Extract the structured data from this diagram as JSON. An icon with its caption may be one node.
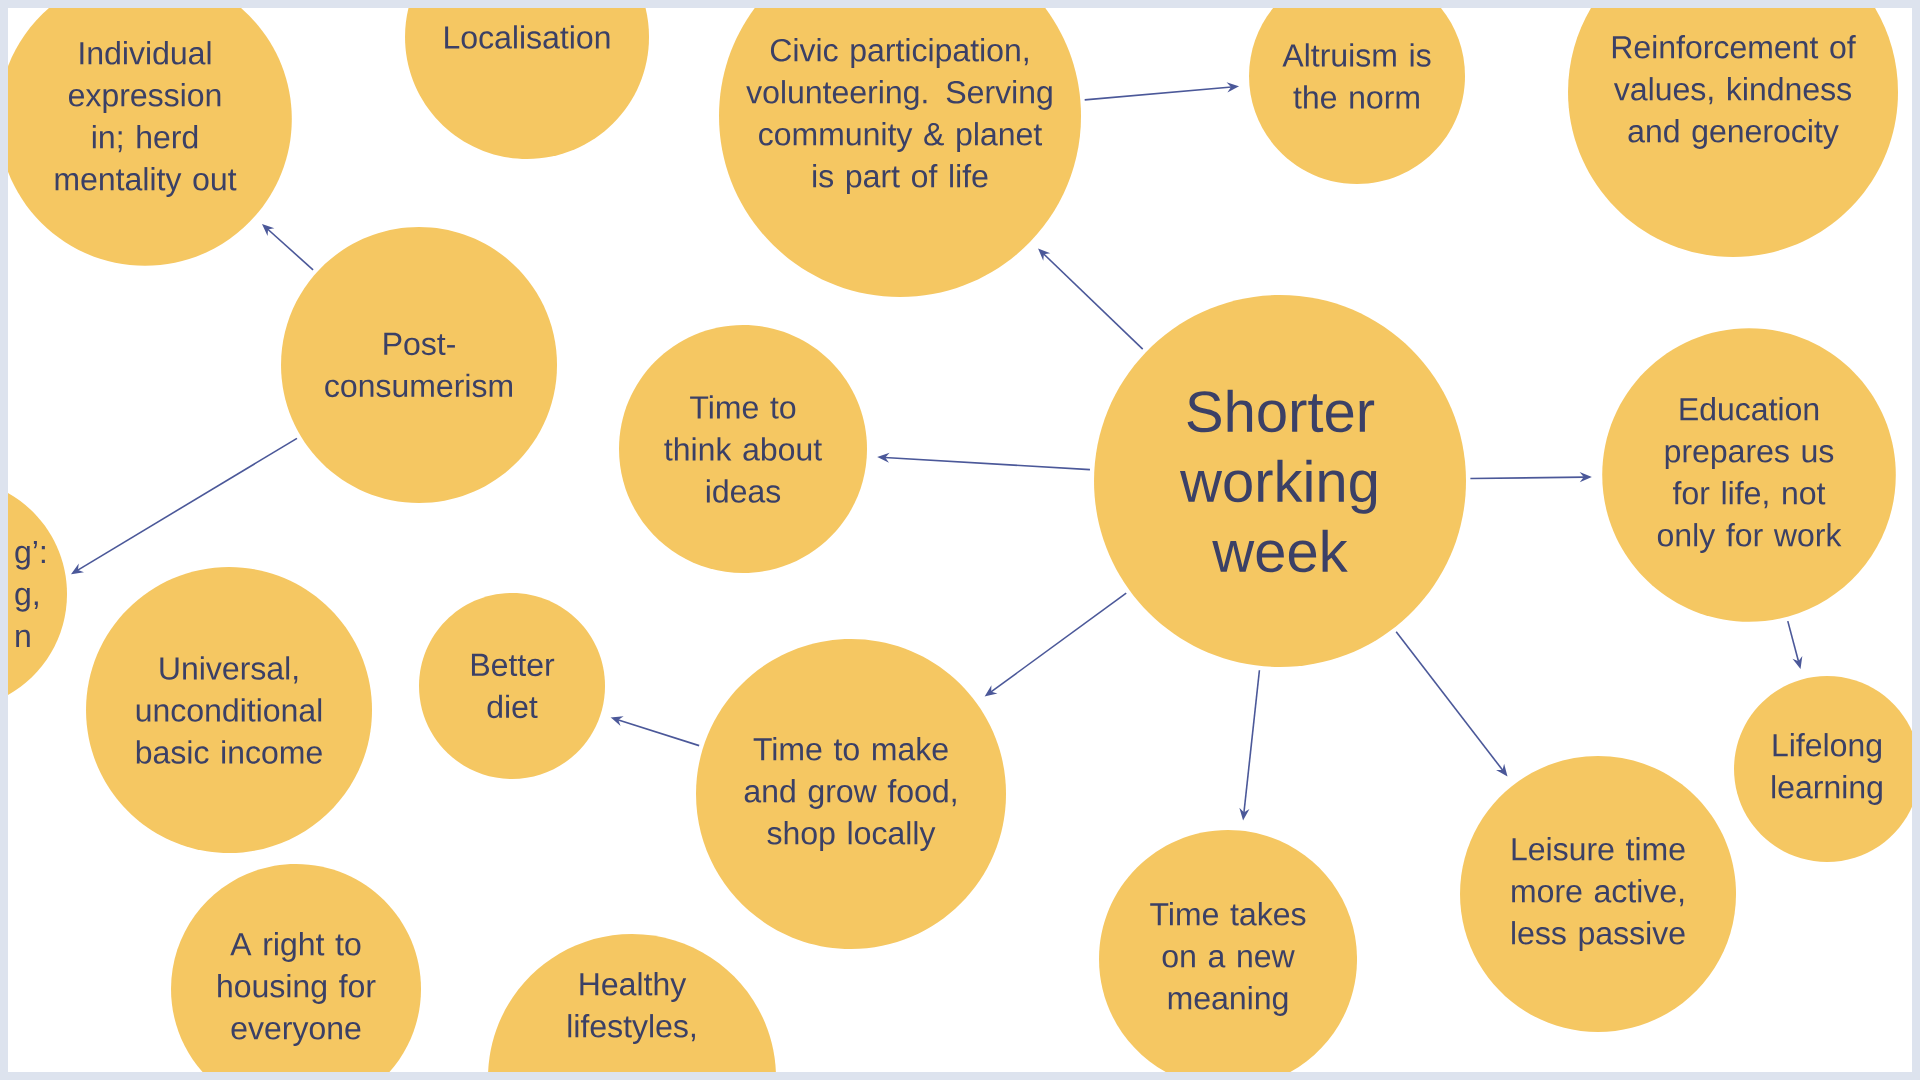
{
  "diagram": {
    "nodes": [
      {
        "text": [
          "Individual expression in; herd mentality out"
        ]
      },
      {
        "text": [
          "Localisation"
        ]
      },
      {
        "text": [
          "Civic participation, volunteering. Serving community & planet is part of life"
        ]
      },
      {
        "text": [
          "Altruism is the norm"
        ]
      },
      {
        "text": [
          "Reinforcement of values, kindness and generocity"
        ]
      },
      {
        "text": [
          "Post-consumerism"
        ]
      },
      {
        "text": [
          "Time to think about ideas"
        ]
      },
      {
        "text": [
          "Shorter working week"
        ]
      },
      {
        "text": [
          "Education prepares us for life, not only for work"
        ]
      },
      {
        "text": [
          "g’: g, n"
        ]
      },
      {
        "text": [
          "Universal, unconditional basic income"
        ]
      },
      {
        "text": [
          "Better diet"
        ]
      },
      {
        "text": [
          "Time to make and grow food, shop locally"
        ]
      },
      {
        "text": [
          "Lifelong learning"
        ]
      },
      {
        "text": [
          "Time takes on a new meaning"
        ]
      },
      {
        "text": [
          "Leisure time more active, less passive"
        ]
      },
      {
        "text": [
          "A right to housing for everyone"
        ]
      },
      {
        "text": [
          "Healthy lifestyles,"
        ]
      }
    ],
    "edges": [
      {
        "from": 7,
        "to": 2,
        "arrow": "to"
      },
      {
        "from": 2,
        "to": 3,
        "arrow": "to"
      },
      {
        "from": 7,
        "to": 6,
        "arrow": "to"
      },
      {
        "from": 7,
        "to": 8,
        "arrow": "to"
      },
      {
        "from": 8,
        "to": 13,
        "arrow": "to"
      },
      {
        "from": 7,
        "to": 12,
        "arrow": "to"
      },
      {
        "from": 12,
        "to": 11,
        "arrow": "to"
      },
      {
        "from": 7,
        "to": 14,
        "arrow": "to"
      },
      {
        "from": 7,
        "to": 15,
        "arrow": "to"
      },
      {
        "from": 5,
        "to": 0,
        "arrow": "to"
      },
      {
        "from": 5,
        "to": 9,
        "arrow": "to"
      }
    ]
  }
}
